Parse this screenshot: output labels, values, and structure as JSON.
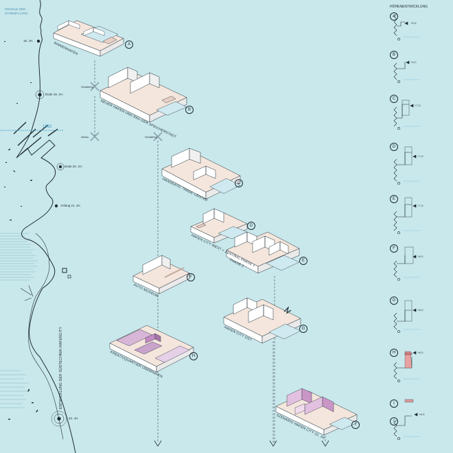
{
  "side_title": [
    "PROFILE DER",
    "STURMFLUTEN"
  ],
  "year_marker": "1962",
  "timeline": [
    {
      "label": "16. JH."
    },
    {
      "label": "Ende 19. JH."
    },
    {
      "label": "Ende 20. JH."
    },
    {
      "label": "Anfang 21. JH."
    },
    {
      "label": "22. JH."
    }
  ],
  "vertical_caption": "ENTWICKLUNG DER SÜDTECHNIK-HAFENCITY",
  "header": "HÖHENENTWICKLUNG",
  "cut_labels": {
    "a": "Schaltring",
    "b": "Abriss",
    "c": "Schaltring"
  },
  "blocks": [
    {
      "letter": "A",
      "label": "BINNENHAFEN"
    },
    {
      "letter": "B",
      "label": "NEUER HAFEN UNG BAU DER SPEICHERSTADT"
    },
    {
      "letter": "C",
      "label": "HANSEATIC TRADE CENTER"
    },
    {
      "letter": "D",
      "label": "HAFEN CITY WEST + ZENTRAL PHASE 1"
    },
    {
      "letter": "E",
      "label": "PHASE 2"
    },
    {
      "letter": "F",
      "label": "AUTO MUSEUM"
    },
    {
      "letter": "G",
      "label": "HAFEN CITY OST"
    },
    {
      "letter": "H",
      "label": "KREATIVQUARTIER OBERHAFEN"
    },
    {
      "letter": "I",
      "label": "SZENARIO HAFEN CITY 22. JH."
    }
  ],
  "profiles": [
    {
      "letter": "A",
      "value": "+5,5"
    },
    {
      "letter": "B",
      "value": "+5,0"
    },
    {
      "letter": "C",
      "value": "+7,5"
    },
    {
      "letter": "D",
      "value": "+7,5"
    },
    {
      "letter": "E",
      "value": "+7,5"
    },
    {
      "letter": "F",
      "value": "+8,0"
    },
    {
      "letter": "G",
      "value": "+8,0"
    },
    {
      "letter": "H",
      "value": "+8,0"
    },
    {
      "letter": "I",
      "value": "+8,5"
    }
  ]
}
